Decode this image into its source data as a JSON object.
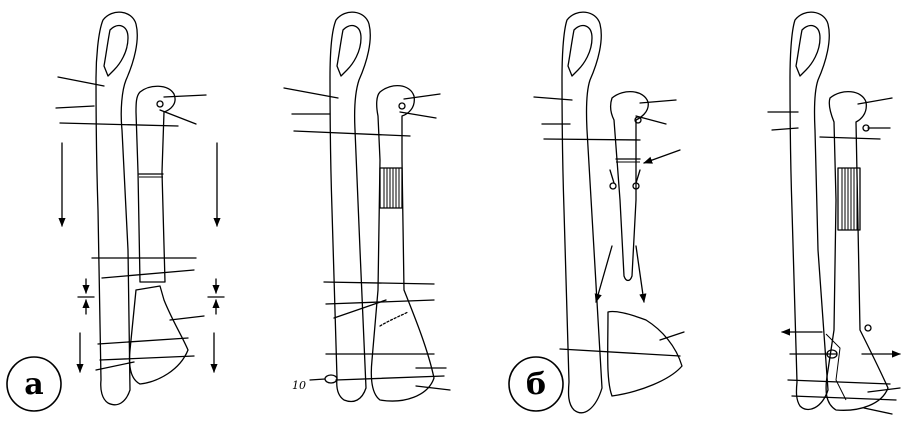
{
  "figure": {
    "panel_a_label": "а",
    "panel_b_label": "б",
    "annotation_number": "10"
  }
}
